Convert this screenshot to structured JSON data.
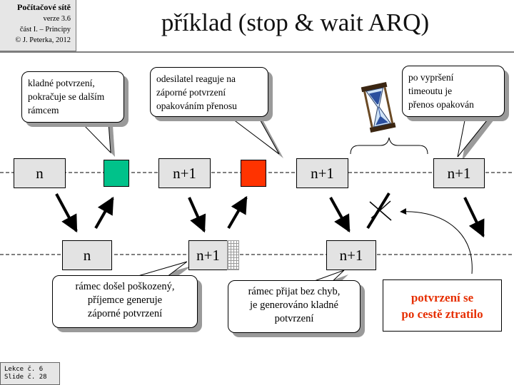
{
  "header": {
    "course_title": "Počítačové sítě",
    "version": "verze 3.6",
    "part": "část I. – Principy",
    "copyright": "© J. Peterka, 2012"
  },
  "slide_title": "příklad (stop & wait ARQ)",
  "sender_frames": [
    "n",
    "n+1",
    "n+1",
    "n+1"
  ],
  "receiver_frames": [
    "n",
    "n+1",
    "n+1"
  ],
  "colors": {
    "positive_ack": "#00c28a",
    "negative_ack": "#ff3300",
    "frame_fill": "#e3e3e3",
    "lost_label": "#e62e00"
  },
  "callouts": {
    "positive_ack": [
      "kladné potvrzení,",
      "pokračuje se dalším",
      "rámcem"
    ],
    "nak_resend": [
      "odesilatel reaguje na",
      "záporné potvrzení",
      "opakováním přenosu"
    ],
    "timeout": [
      "po vypršení",
      "timeoutu je",
      "přenos opakován"
    ],
    "damaged": [
      "rámec došel poškozený,",
      "příjemce generuje",
      "záporné potvrzení"
    ],
    "accepted": [
      "rámec přijat bez chyb,",
      "je generováno kladné",
      "potvrzení"
    ],
    "lost": [
      "potvrzení se",
      "po cestě ztratilo"
    ]
  },
  "icons": {
    "hourglass": "hourglass-icon",
    "lost_marker": "cross-icon"
  },
  "footer": {
    "lesson": "Lekce č. 6",
    "slide": "Slide č. 28"
  }
}
